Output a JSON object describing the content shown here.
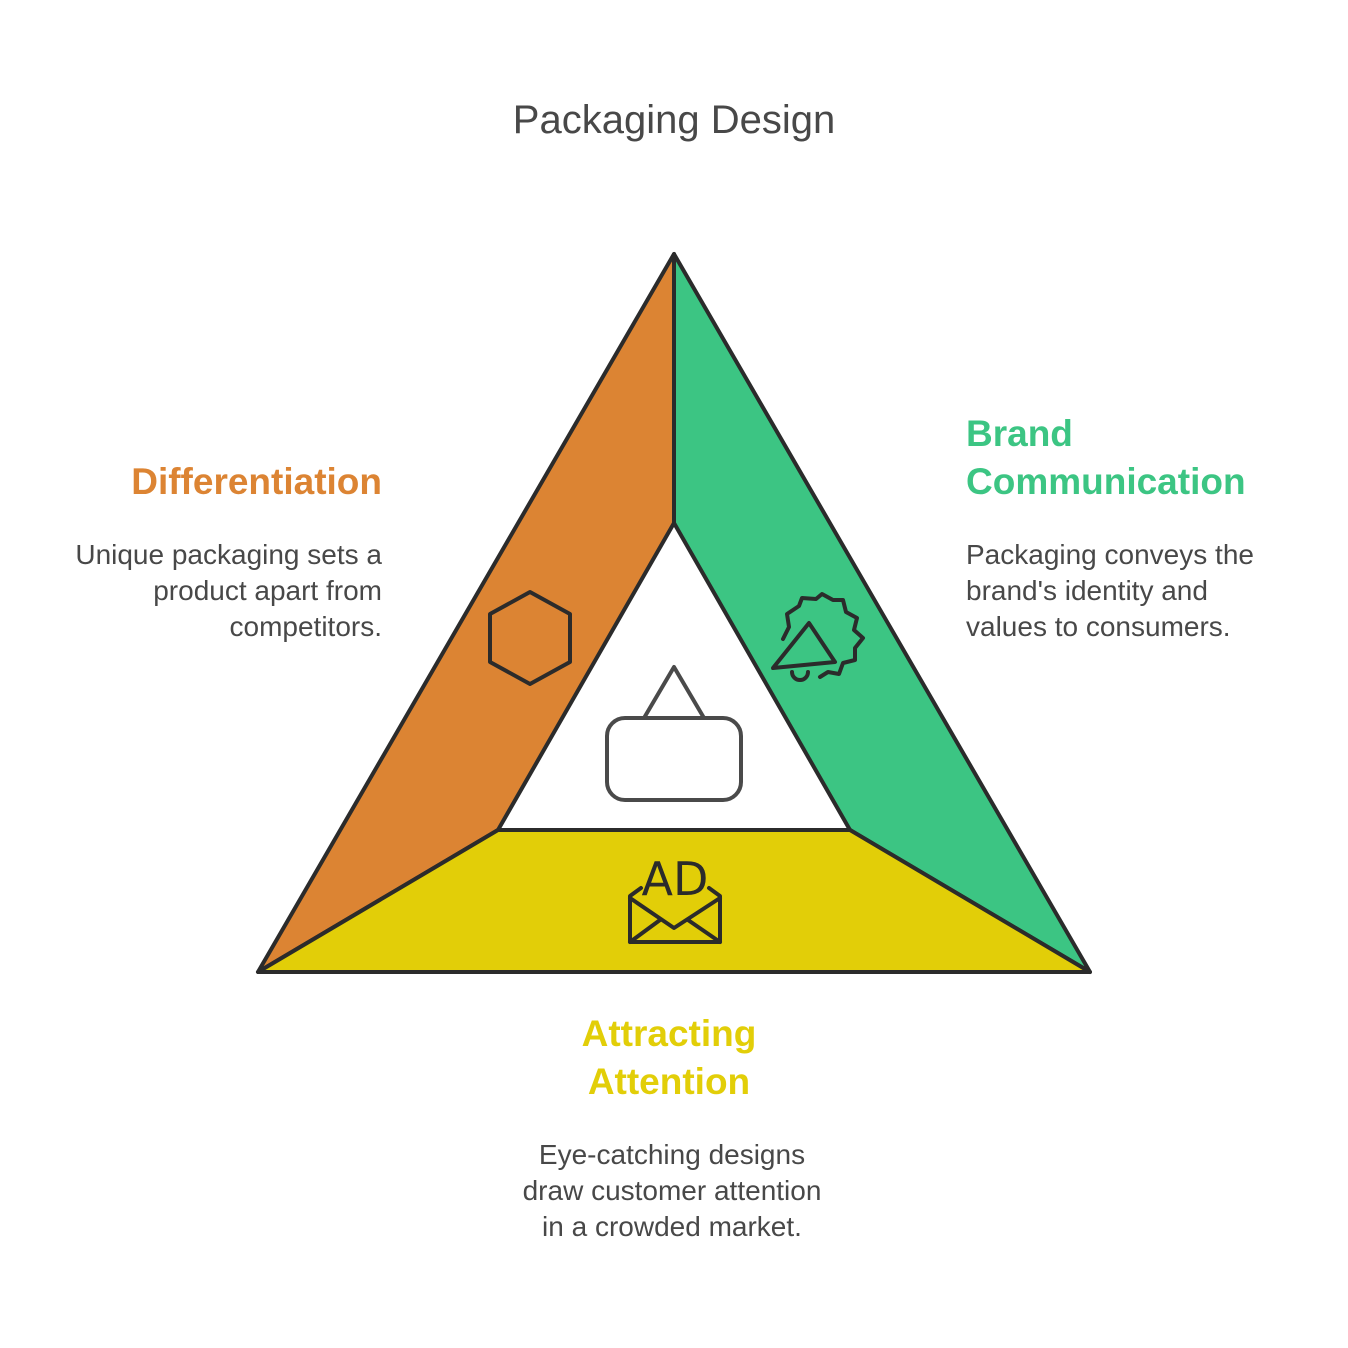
{
  "title": "Packaging Design",
  "colors": {
    "differentiation": "#DC8433",
    "brand": "#3CC583",
    "attention": "#E2CE08",
    "outline": "#2B2B2B",
    "text": "#484848"
  },
  "sections": {
    "differentiation": {
      "heading": "Differentiation",
      "lines": [
        "Unique packaging sets a",
        "product apart from",
        "competitors."
      ],
      "icon": "hexagon-icon"
    },
    "brand": {
      "heading_lines": [
        "Brand",
        "Communication"
      ],
      "lines": [
        "Packaging conveys the",
        "brand's identity and",
        "values to consumers."
      ],
      "icon": "megaphone-badge-icon"
    },
    "attention": {
      "heading_lines": [
        "Attracting",
        "Attention"
      ],
      "lines": [
        "Eye-catching designs",
        "draw customer attention",
        "in a crowded market."
      ],
      "icon": "ad-envelope-icon",
      "icon_text": "AD"
    }
  },
  "center_icon": "hanging-sign-icon"
}
